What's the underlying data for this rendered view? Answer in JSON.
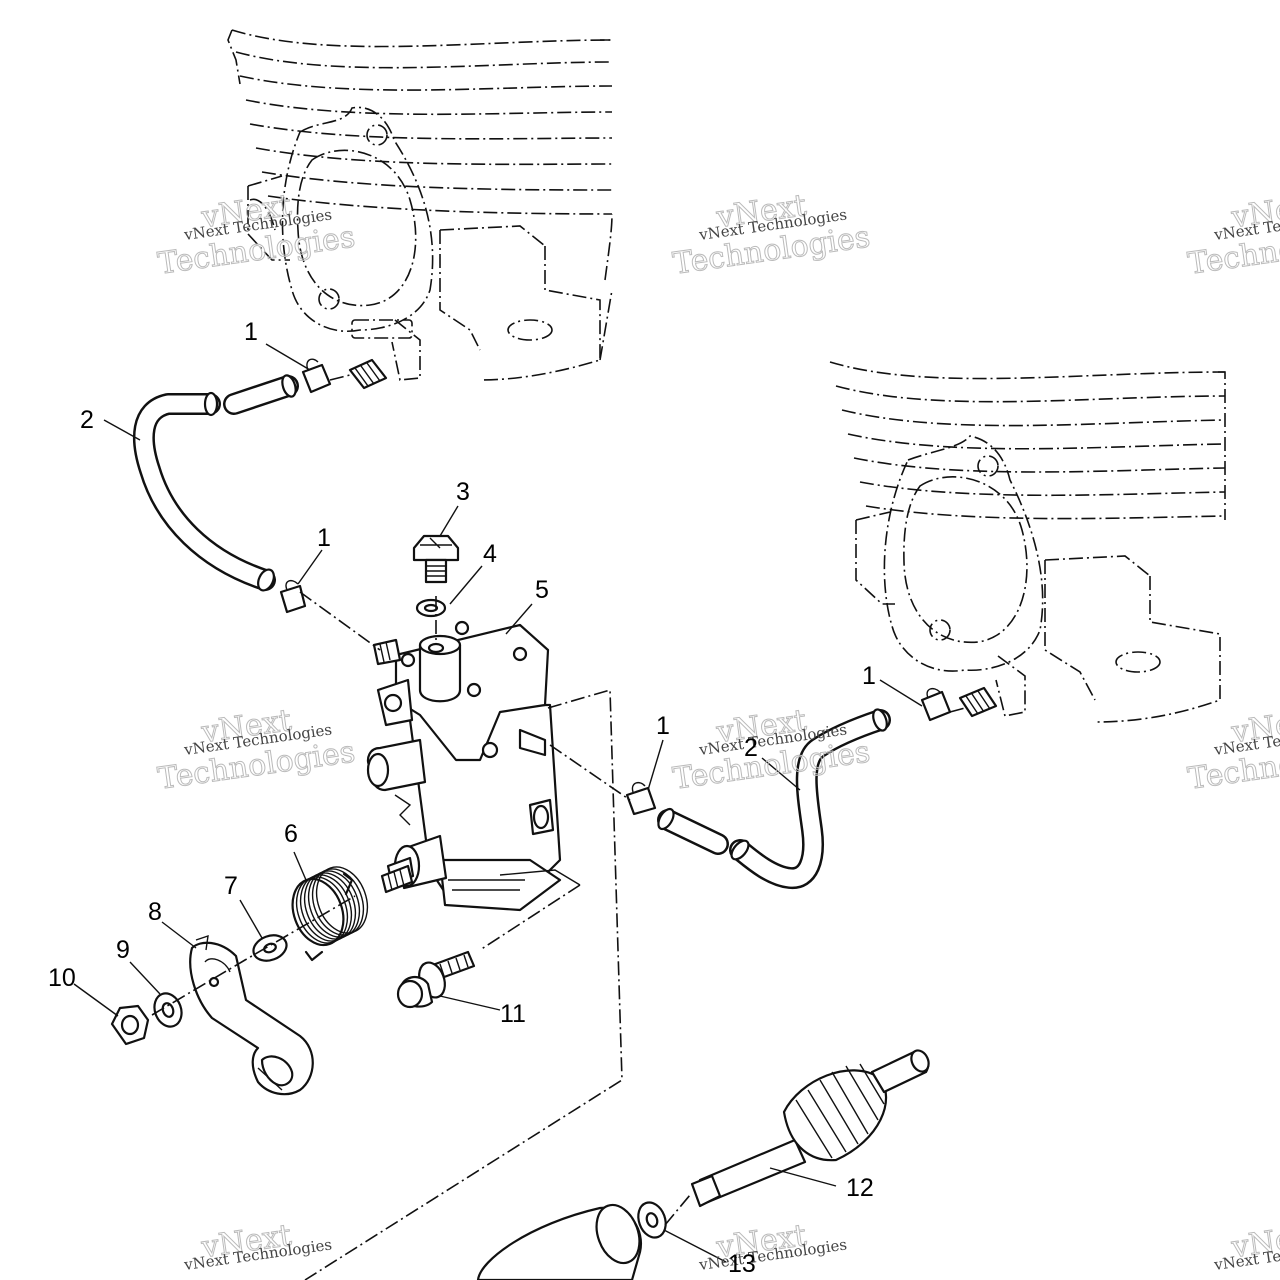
{
  "callouts": [
    {
      "id": "c1a",
      "text": "1"
    },
    {
      "id": "c2a",
      "text": "2"
    },
    {
      "id": "c1b",
      "text": "1"
    },
    {
      "id": "c3",
      "text": "3"
    },
    {
      "id": "c4",
      "text": "4"
    },
    {
      "id": "c5",
      "text": "5"
    },
    {
      "id": "c1c",
      "text": "1"
    },
    {
      "id": "c1d",
      "text": "1"
    },
    {
      "id": "c2b",
      "text": "2"
    },
    {
      "id": "c6",
      "text": "6"
    },
    {
      "id": "c7",
      "text": "7"
    },
    {
      "id": "c8",
      "text": "8"
    },
    {
      "id": "c9",
      "text": "9"
    },
    {
      "id": "c10",
      "text": "10"
    },
    {
      "id": "c11",
      "text": "11"
    },
    {
      "id": "c12",
      "text": "12"
    },
    {
      "id": "c13",
      "text": "13"
    }
  ],
  "watermark": {
    "line1": "vNext",
    "line2": "vNext Technologies",
    "line3": "Technologies"
  }
}
